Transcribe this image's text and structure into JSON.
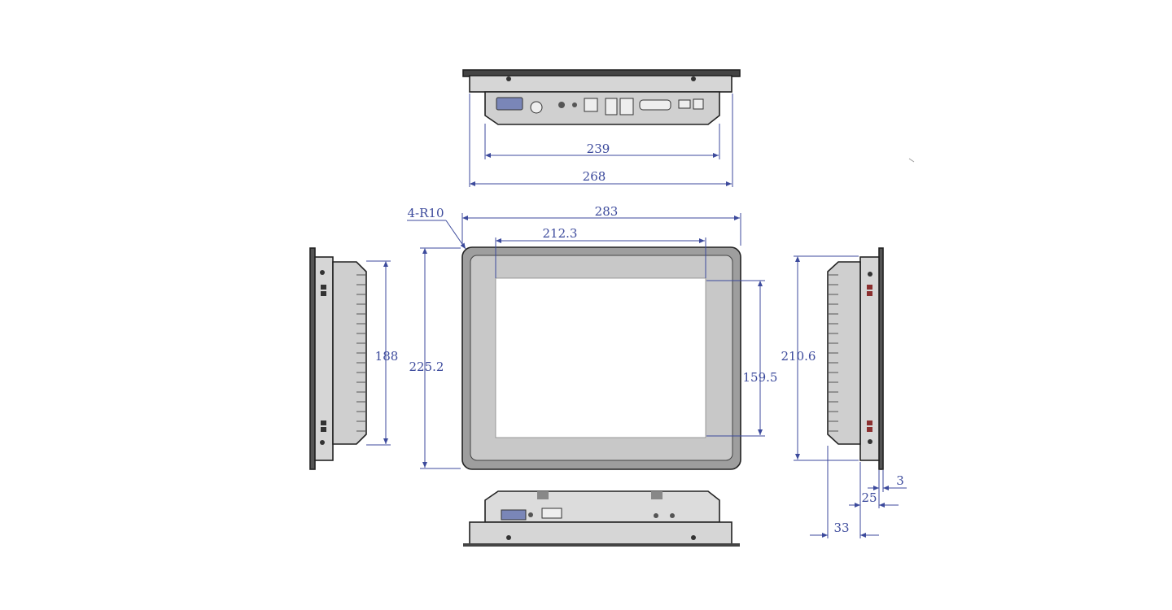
{
  "dimensions": {
    "top_inner_width": "239",
    "top_outer_width": "268",
    "front_overall_width": "283",
    "front_screen_width": "212.3",
    "corner_radius": "4-R10",
    "left_side_height": "188",
    "front_overall_height": "225.2",
    "front_screen_height": "159.5",
    "right_side_height": "210.6",
    "bezel_thickness": "3",
    "body_depth": "25",
    "overall_depth": "33"
  },
  "colors": {
    "dimension": "#3c4a9c",
    "bezel": "#9e9e9e",
    "panel": "#c8c8c8",
    "screen": "#ffffff",
    "frame": "#d6d6d6"
  }
}
